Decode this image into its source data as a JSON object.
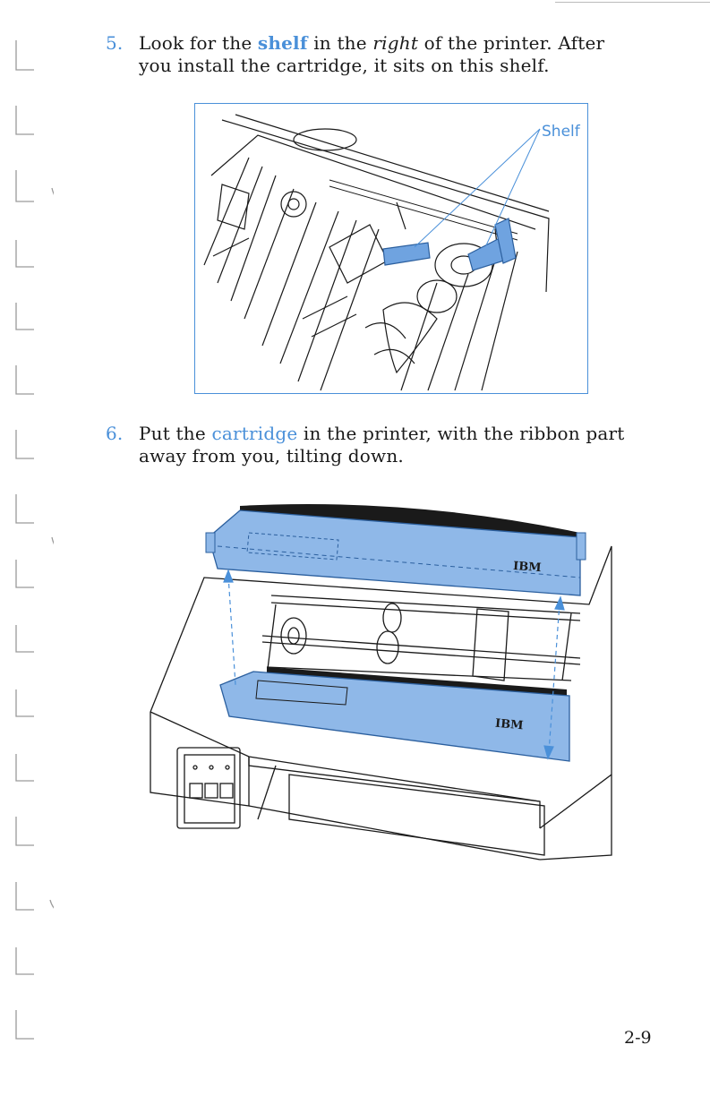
{
  "steps": [
    {
      "number": "5.",
      "pre": "Look for the ",
      "highlight": "shelf",
      "mid": " in the ",
      "italic": "right",
      "line1_end": " of the printer.  After",
      "line2": "you install the cartridge, it sits on this shelf."
    },
    {
      "number": "6.",
      "pre": "Put the ",
      "highlight": "cartridge",
      "line1_end": " in the printer, with the ribbon part",
      "line2": "away from you, tilting down."
    }
  ],
  "figure1": {
    "callout": "Shelf"
  },
  "figure2": {
    "brand_top": "IBM",
    "brand_bottom": "IBM"
  },
  "footer": {
    "page_number": "2-9"
  },
  "colors": {
    "accent": "#4a90d9",
    "fill": "#8fb8e8",
    "ink": "#1a1a1a"
  }
}
